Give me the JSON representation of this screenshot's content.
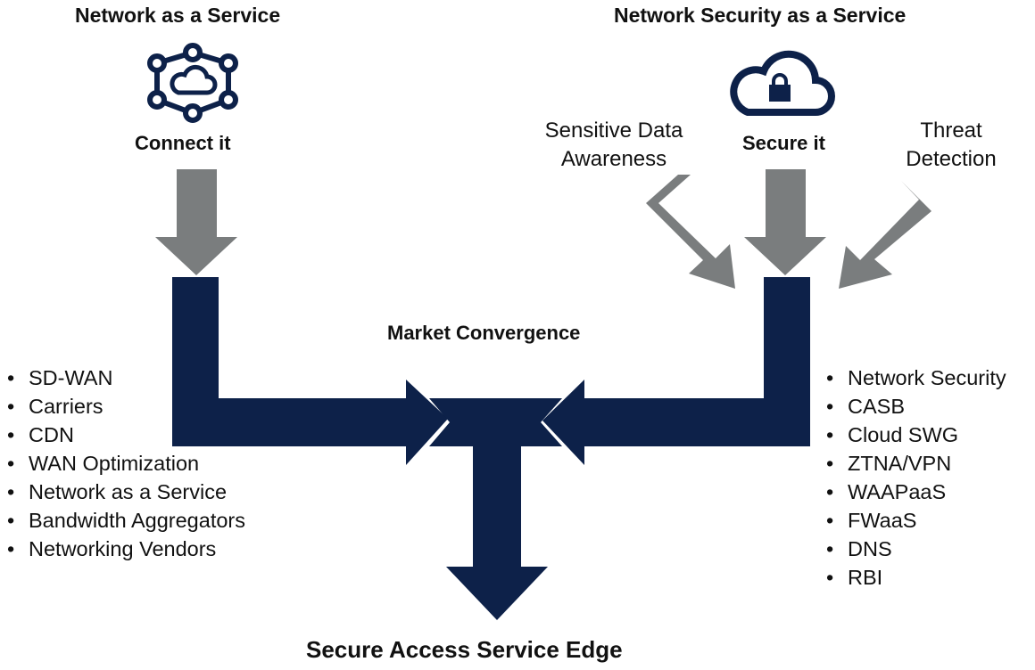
{
  "left": {
    "title": "Network as a Service",
    "action": "Connect it",
    "items": [
      "SD-WAN",
      "Carriers",
      "CDN",
      "WAN Optimization",
      "Network as a Service",
      "Bandwidth Aggregators",
      "Networking Vendors"
    ]
  },
  "right": {
    "title": "Network Security as a Service",
    "action": "Secure it",
    "side_left_lines": [
      "Sensitive Data",
      "Awareness"
    ],
    "side_right_lines": [
      "Threat",
      "Detection"
    ],
    "items": [
      "Network Security",
      "CASB",
      "Cloud SWG",
      "ZTNA/VPN",
      "WAAPaaS",
      "FWaaS",
      "DNS",
      "RBI"
    ]
  },
  "center": {
    "label": "Market Convergence"
  },
  "bottom": {
    "label": "Secure Access Service Edge"
  },
  "colors": {
    "navy": "#0d2149",
    "gray": "#7a7d7e"
  },
  "icons": {
    "left": "cloud-network-hexagon-icon",
    "right": "cloud-lock-icon"
  }
}
